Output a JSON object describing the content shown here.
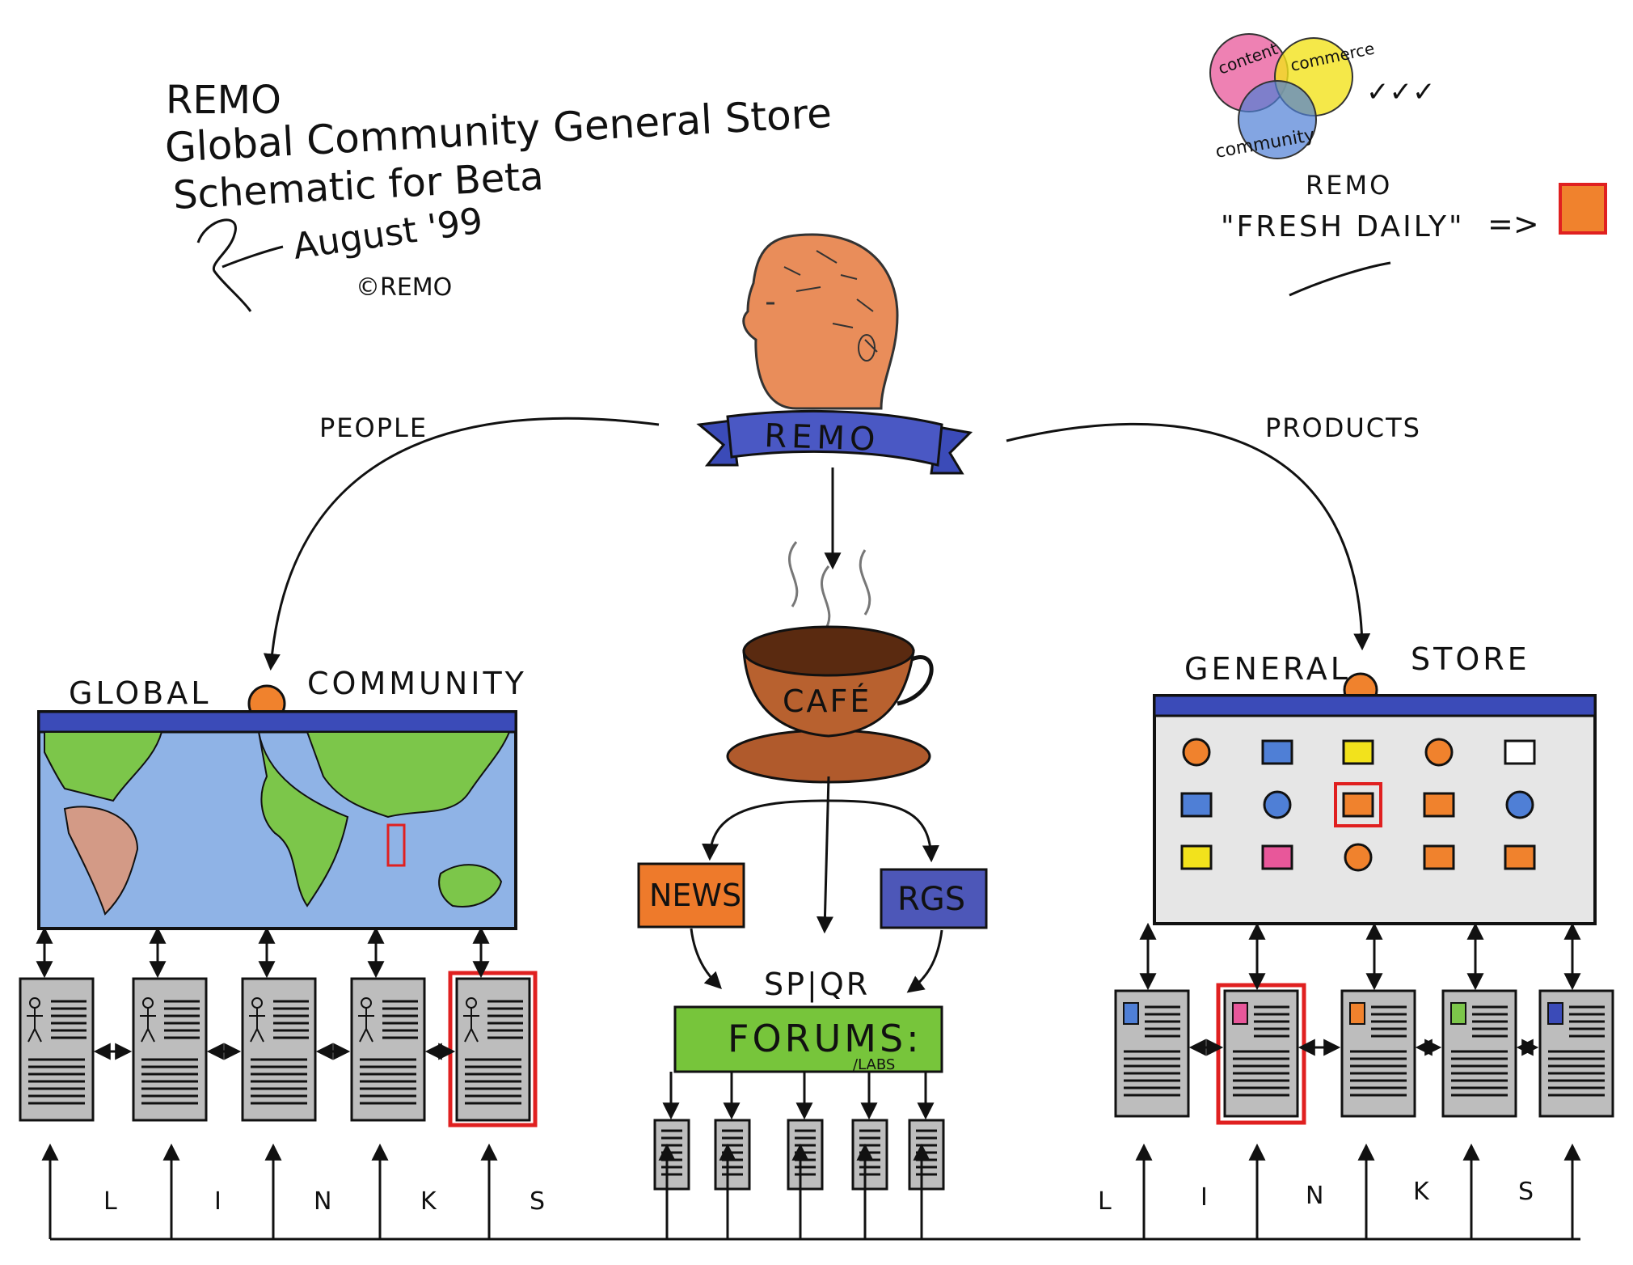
{
  "header": {
    "line1": "REMO",
    "line2": "Global Community General Store",
    "line3": "Schematic for Beta",
    "date": "August '99",
    "copyright": "©REMO"
  },
  "venn": {
    "content": "content",
    "commerce": "commerce",
    "community": "community",
    "checks": "✓✓✓",
    "colors": {
      "content": "#e8579a",
      "commerce": "#f2e21c",
      "community": "#4f7fd6"
    }
  },
  "fresh": {
    "brand": "REMO",
    "tagline": "\"FRESH DAILY\"",
    "arrow": "=>",
    "swatch_color": "#f0822d"
  },
  "center": {
    "banner": "REMO",
    "cafe": "CAFÉ",
    "people_label": "PEOPLE",
    "products_label": "PRODUCTS",
    "news": "NEWS",
    "rgs": "RGS",
    "spqr": "SP|QR",
    "forums": "FORUMS:",
    "labs": "/LABS"
  },
  "community": {
    "left_word": "GLOBAL",
    "right_word": "COMMUNITY"
  },
  "store": {
    "left_word": "GENERAL",
    "right_word": "STORE"
  },
  "links_left": [
    "L",
    "I",
    "N",
    "K",
    "S"
  ],
  "links_right": [
    "L",
    "I",
    "N",
    "K",
    "S"
  ],
  "colors": {
    "banner_blue": "#3b4bb8",
    "ocean": "#8fb3e6",
    "land": "#7cc64a",
    "news": "#ee7a2b",
    "rgs": "#4d57b8",
    "forums": "#77c53b",
    "page_gray": "#bdbdbd",
    "highlight_red": "#e02020",
    "head": "#e98d5a",
    "cup": "#b05a2c"
  }
}
